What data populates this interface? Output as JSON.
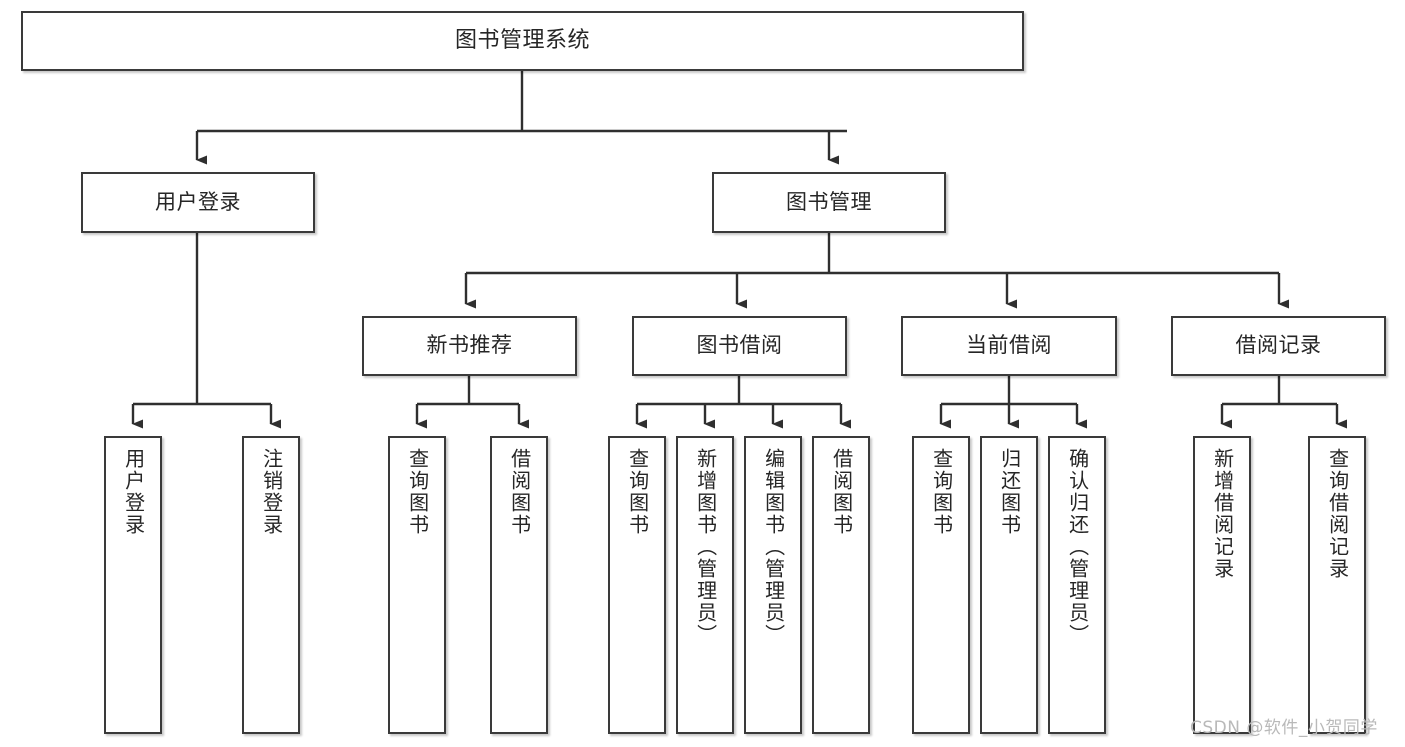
{
  "diagram": {
    "title": "图书管理系统",
    "type": "tree",
    "watermark": "CSDN @软件_小贺同学",
    "colors": {
      "box_border": "#3a3a3a",
      "box_fill": "#ffffff",
      "connector": "#2f2f2f",
      "text": "#262626",
      "watermark": "#b9b9b9"
    },
    "nodes": {
      "root": {
        "label": "图书管理系统",
        "orientation": "horizontal"
      },
      "level2": [
        {
          "label": "用户登录",
          "orientation": "horizontal"
        },
        {
          "label": "图书管理",
          "orientation": "horizontal"
        }
      ],
      "level3": [
        {
          "label": "新书推荐",
          "orientation": "horizontal"
        },
        {
          "label": "图书借阅",
          "orientation": "horizontal"
        },
        {
          "label": "当前借阅",
          "orientation": "horizontal"
        },
        {
          "label": "借阅记录",
          "orientation": "horizontal"
        }
      ],
      "leaves": {
        "user_login": [
          {
            "label": "用户登录",
            "orientation": "vertical"
          },
          {
            "label": "注销登录",
            "orientation": "vertical"
          }
        ],
        "new_book_recommend": [
          {
            "label": "查询图书",
            "orientation": "vertical"
          },
          {
            "label": "借阅图书",
            "orientation": "vertical"
          }
        ],
        "book_borrow": [
          {
            "label": "查询图书",
            "orientation": "vertical"
          },
          {
            "label": "新增图书（管理员）",
            "orientation": "vertical"
          },
          {
            "label": "编辑图书（管理员）",
            "orientation": "vertical"
          },
          {
            "label": "借阅图书",
            "orientation": "vertical"
          }
        ],
        "current_borrow": [
          {
            "label": "查询图书",
            "orientation": "vertical"
          },
          {
            "label": "归还图书",
            "orientation": "vertical"
          },
          {
            "label": "确认归还（管理员）",
            "orientation": "vertical"
          }
        ],
        "borrow_record": [
          {
            "label": "新增借阅记录",
            "orientation": "vertical"
          },
          {
            "label": "查询借阅记录",
            "orientation": "vertical"
          }
        ]
      }
    }
  }
}
